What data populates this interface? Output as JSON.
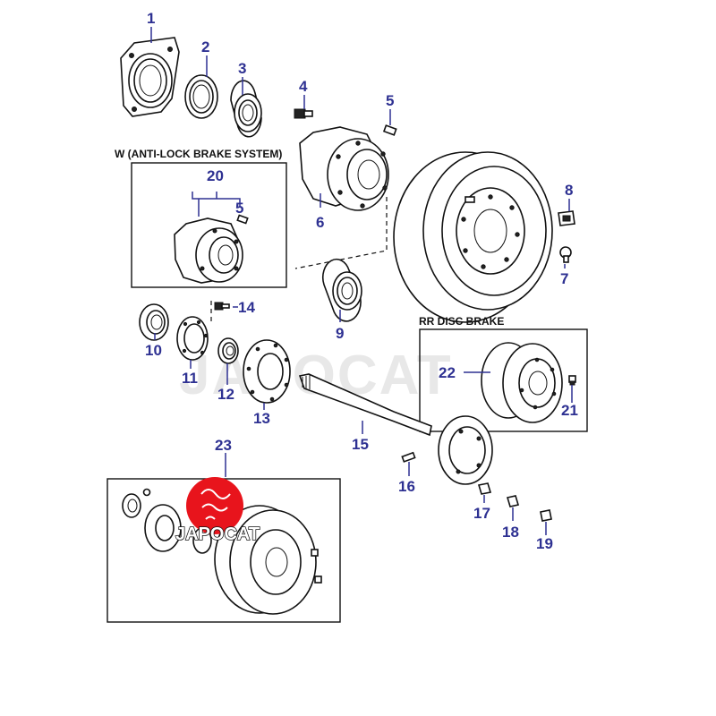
{
  "captions": {
    "abs": "W (ANTI-LOCK BRAKE SYSTEM)",
    "rr_disc": "RR DISC BRAKE"
  },
  "callouts": [
    "1",
    "2",
    "3",
    "4",
    "5",
    "5",
    "6",
    "7",
    "8",
    "9",
    "10",
    "11",
    "12",
    "13",
    "14",
    "15",
    "16",
    "17",
    "18",
    "19",
    "20",
    "21",
    "22",
    "23"
  ],
  "watermark": {
    "text": "JAPOCAT",
    "logo_color": "#e8141c"
  },
  "colors": {
    "callout": "#2e3192",
    "line": "#111111"
  }
}
